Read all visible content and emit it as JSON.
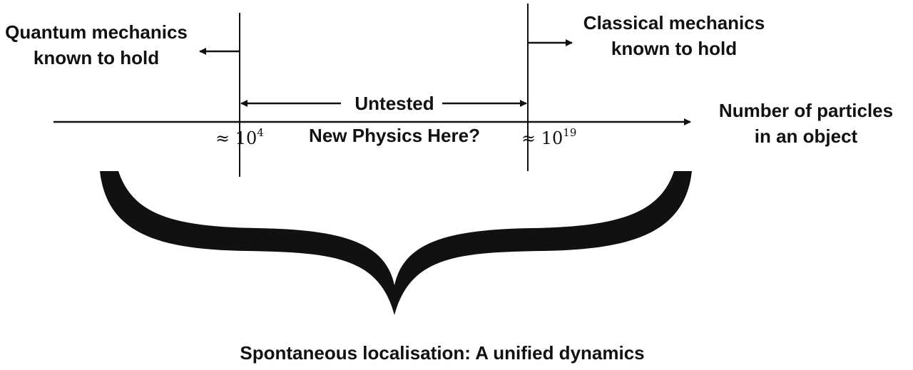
{
  "labels": {
    "quantum_line1": "Quantum mechanics",
    "quantum_line2": "known to hold",
    "classical_line1": "Classical mechanics",
    "classical_line2": "known to hold",
    "untested": "Untested",
    "axis_line1": "Number of particles",
    "axis_line2": "in an object",
    "new_physics": "New Physics Here?",
    "threshold_low_prefix": "≈ 10",
    "threshold_low_exp": "4",
    "threshold_high_prefix": "≈ 10",
    "threshold_high_exp": "19",
    "caption": "Spontaneous localisation: A unified dynamics"
  },
  "colors": {
    "ink": "#111111",
    "background": "#ffffff"
  }
}
